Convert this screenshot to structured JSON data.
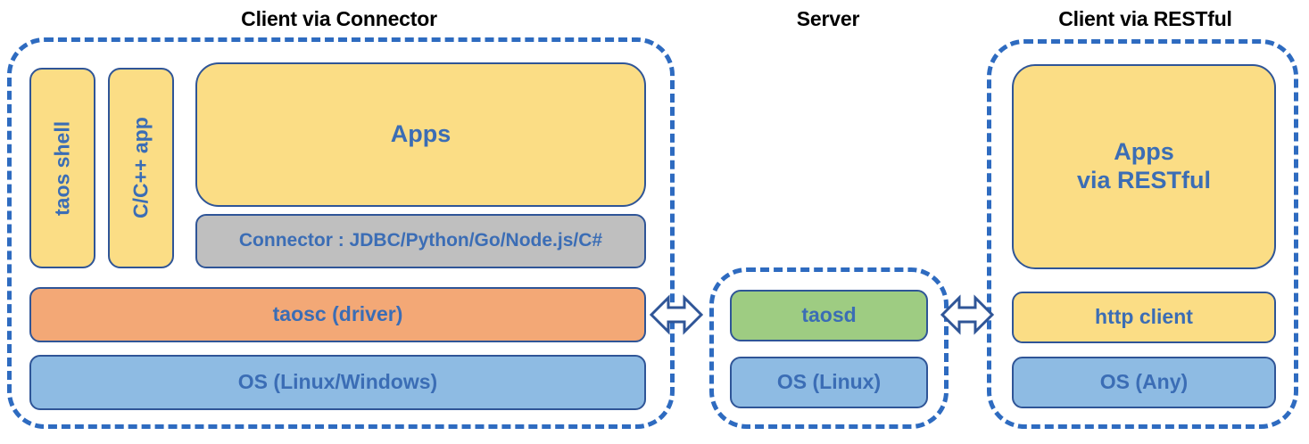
{
  "diagram": {
    "title_connector": "Client via Connector",
    "title_server": "Server",
    "title_restful": "Client via RESTful",
    "colors": {
      "dashed_border": "#2E6BC0",
      "box_border": "#2F5597",
      "text_blue": "#3B6DB5",
      "yellow": "#FBDD85",
      "grey": "#BFBFBF",
      "orange": "#F3A876",
      "blue": "#8EBBE3",
      "green": "#9ECC82",
      "title_black": "#000000"
    }
  },
  "client_connector": {
    "taos_shell": "taos shell",
    "cpp_app": "C/C++ app",
    "apps": "Apps",
    "connector": "Connector : JDBC/Python/Go/Node.js/C#",
    "taosc": "taosc (driver)",
    "os": "OS (Linux/Windows)"
  },
  "server": {
    "taosd": "taosd",
    "os": "OS (Linux)"
  },
  "client_restful": {
    "apps": "Apps\nvia RESTful",
    "http_client": "http client",
    "os": "OS (Any)"
  },
  "arrows": {
    "left_label": "double-headed-arrow",
    "right_label": "double-headed-arrow"
  }
}
